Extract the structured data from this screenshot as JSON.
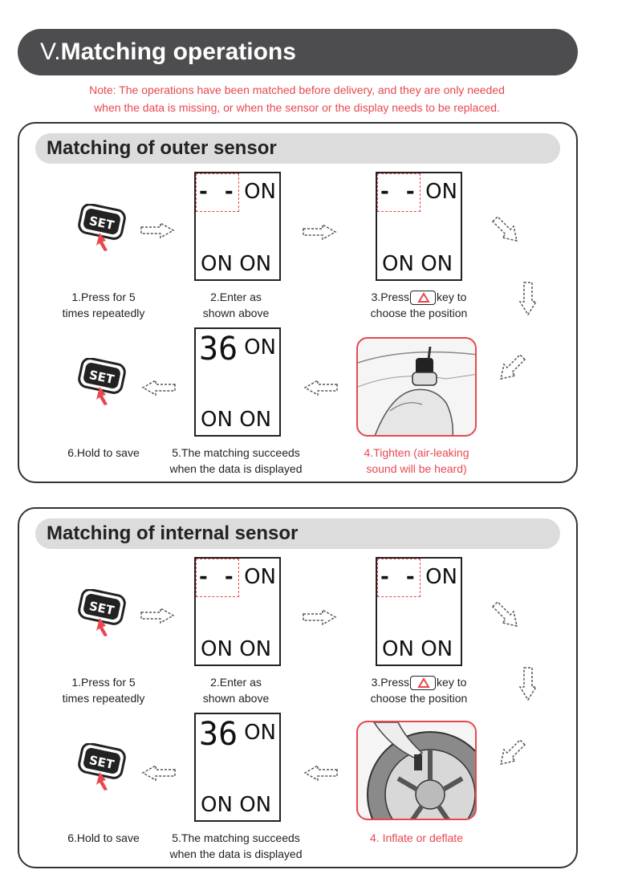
{
  "header": {
    "roman": "V.",
    "title": "Matching operations",
    "note_line1": "Note: The operations have been matched before delivery, and they are only needed",
    "note_line2": "when the data is missing, or when the sensor or the display needs to be replaced."
  },
  "set_label": "SET",
  "lcd": {
    "on": "ON",
    "dashes": "- -",
    "value": "36"
  },
  "colors": {
    "accent_red": "#e8474f",
    "header_bg": "#4d4d4f",
    "panel_title_bg": "#dcdcdc"
  },
  "outer": {
    "title": "Matching of outer sensor",
    "step1": [
      "1.Press for 5",
      "times repeatedly"
    ],
    "step2": [
      "2.Enter as",
      "shown above"
    ],
    "step3_pre": "3.Press",
    "step3_post": "key to",
    "step3_line2": "choose the position",
    "step4": [
      "4.Tighten (air-leaking",
      "sound will be heard)"
    ],
    "step5": [
      "5.The matching succeeds",
      "when the data is displayed"
    ],
    "step6": "6.Hold to save"
  },
  "internal": {
    "title": "Matching of internal sensor",
    "step1": [
      "1.Press for 5",
      "times repeatedly"
    ],
    "step2": [
      "2.Enter as",
      "shown above"
    ],
    "step3_pre": "3.Press",
    "step3_post": "key to",
    "step3_line2": "choose the position",
    "step4": "4. Inflate or deflate",
    "step5": [
      "5.The matching succeeds",
      "when the data is displayed"
    ],
    "step6": "6.Hold to save"
  }
}
